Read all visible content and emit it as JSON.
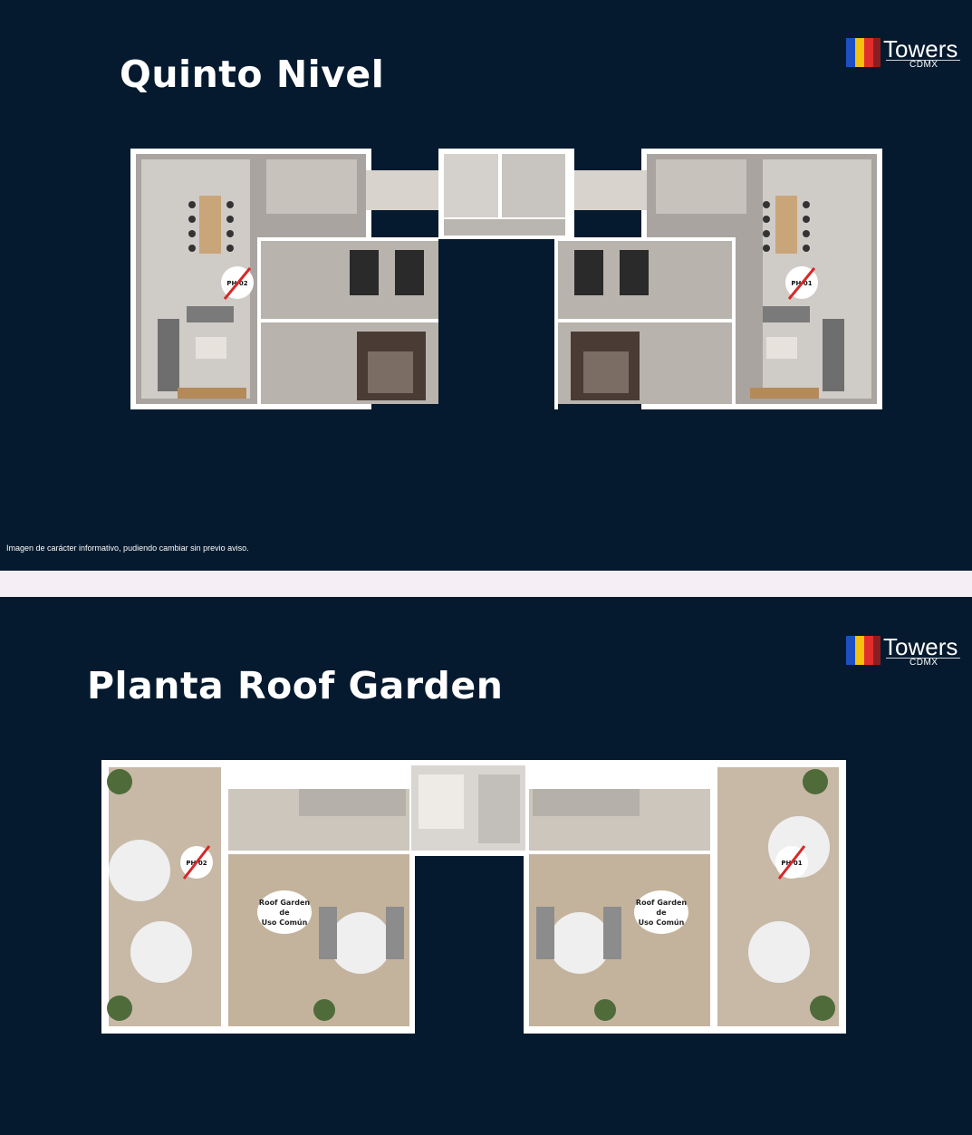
{
  "slides": [
    {
      "title": "Quinto Nivel",
      "logo": {
        "name": "Towers",
        "sub": "CDMX",
        "colors": [
          "#1e4fc2",
          "#f4c20d",
          "#e02d2d",
          "#8a1e23"
        ]
      },
      "units": [
        "PH 02",
        "PH 01"
      ],
      "disclaimer": "Imagen de carácter informativo, pudiendo cambiar sin previo aviso."
    },
    {
      "title": "Planta Roof Garden",
      "logo": {
        "name": "Towers",
        "sub": "CDMX",
        "colors": [
          "#1e4fc2",
          "#f4c20d",
          "#e02d2d",
          "#8a1e23"
        ]
      },
      "units": [
        "PH 02",
        "PH 01"
      ],
      "common_areas": [
        {
          "line1": "Roof Garden",
          "line2": "de",
          "line3": "Uso Común"
        },
        {
          "line1": "Roof Garden",
          "line2": "de",
          "line3": "Uso Común"
        }
      ]
    }
  ],
  "colors": {
    "background": "#051a2e",
    "divider": "#f6eef5",
    "sold_mark": "#d62828"
  }
}
